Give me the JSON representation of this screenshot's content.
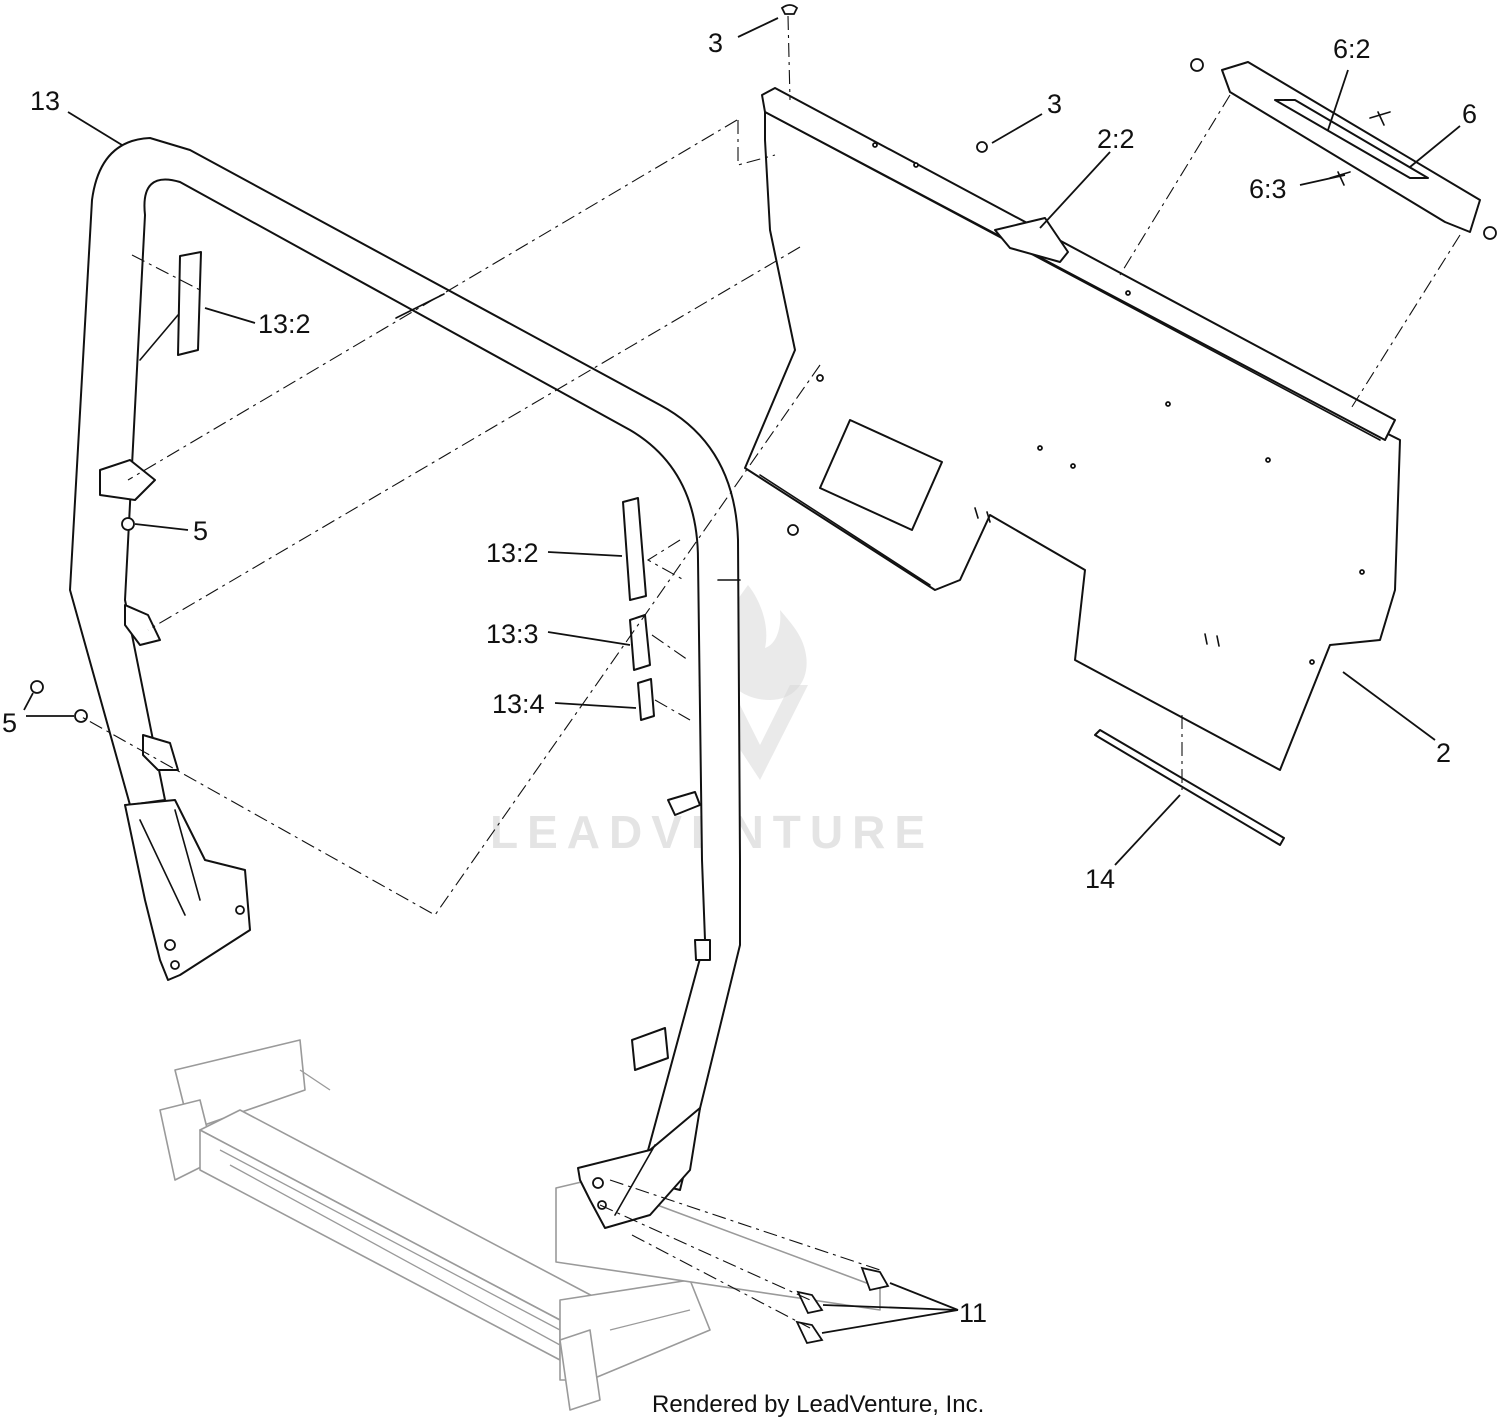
{
  "diagram": {
    "callouts": {
      "c3_top": "3",
      "c3_mid": "3",
      "c13": "13",
      "c6_2": "6:2",
      "c6": "6",
      "c2_2": "2:2",
      "c6_3": "6:3",
      "c13_2_upper": "13:2",
      "c5_mid": "5",
      "c13_2_lower": "13:2",
      "c13_3": "13:3",
      "c5_left": "5",
      "c13_4": "13:4",
      "c2": "2",
      "c14": "14",
      "c11": "11"
    },
    "watermark": "LEADVENTURE",
    "credit": "Rendered by LeadVenture, Inc."
  }
}
